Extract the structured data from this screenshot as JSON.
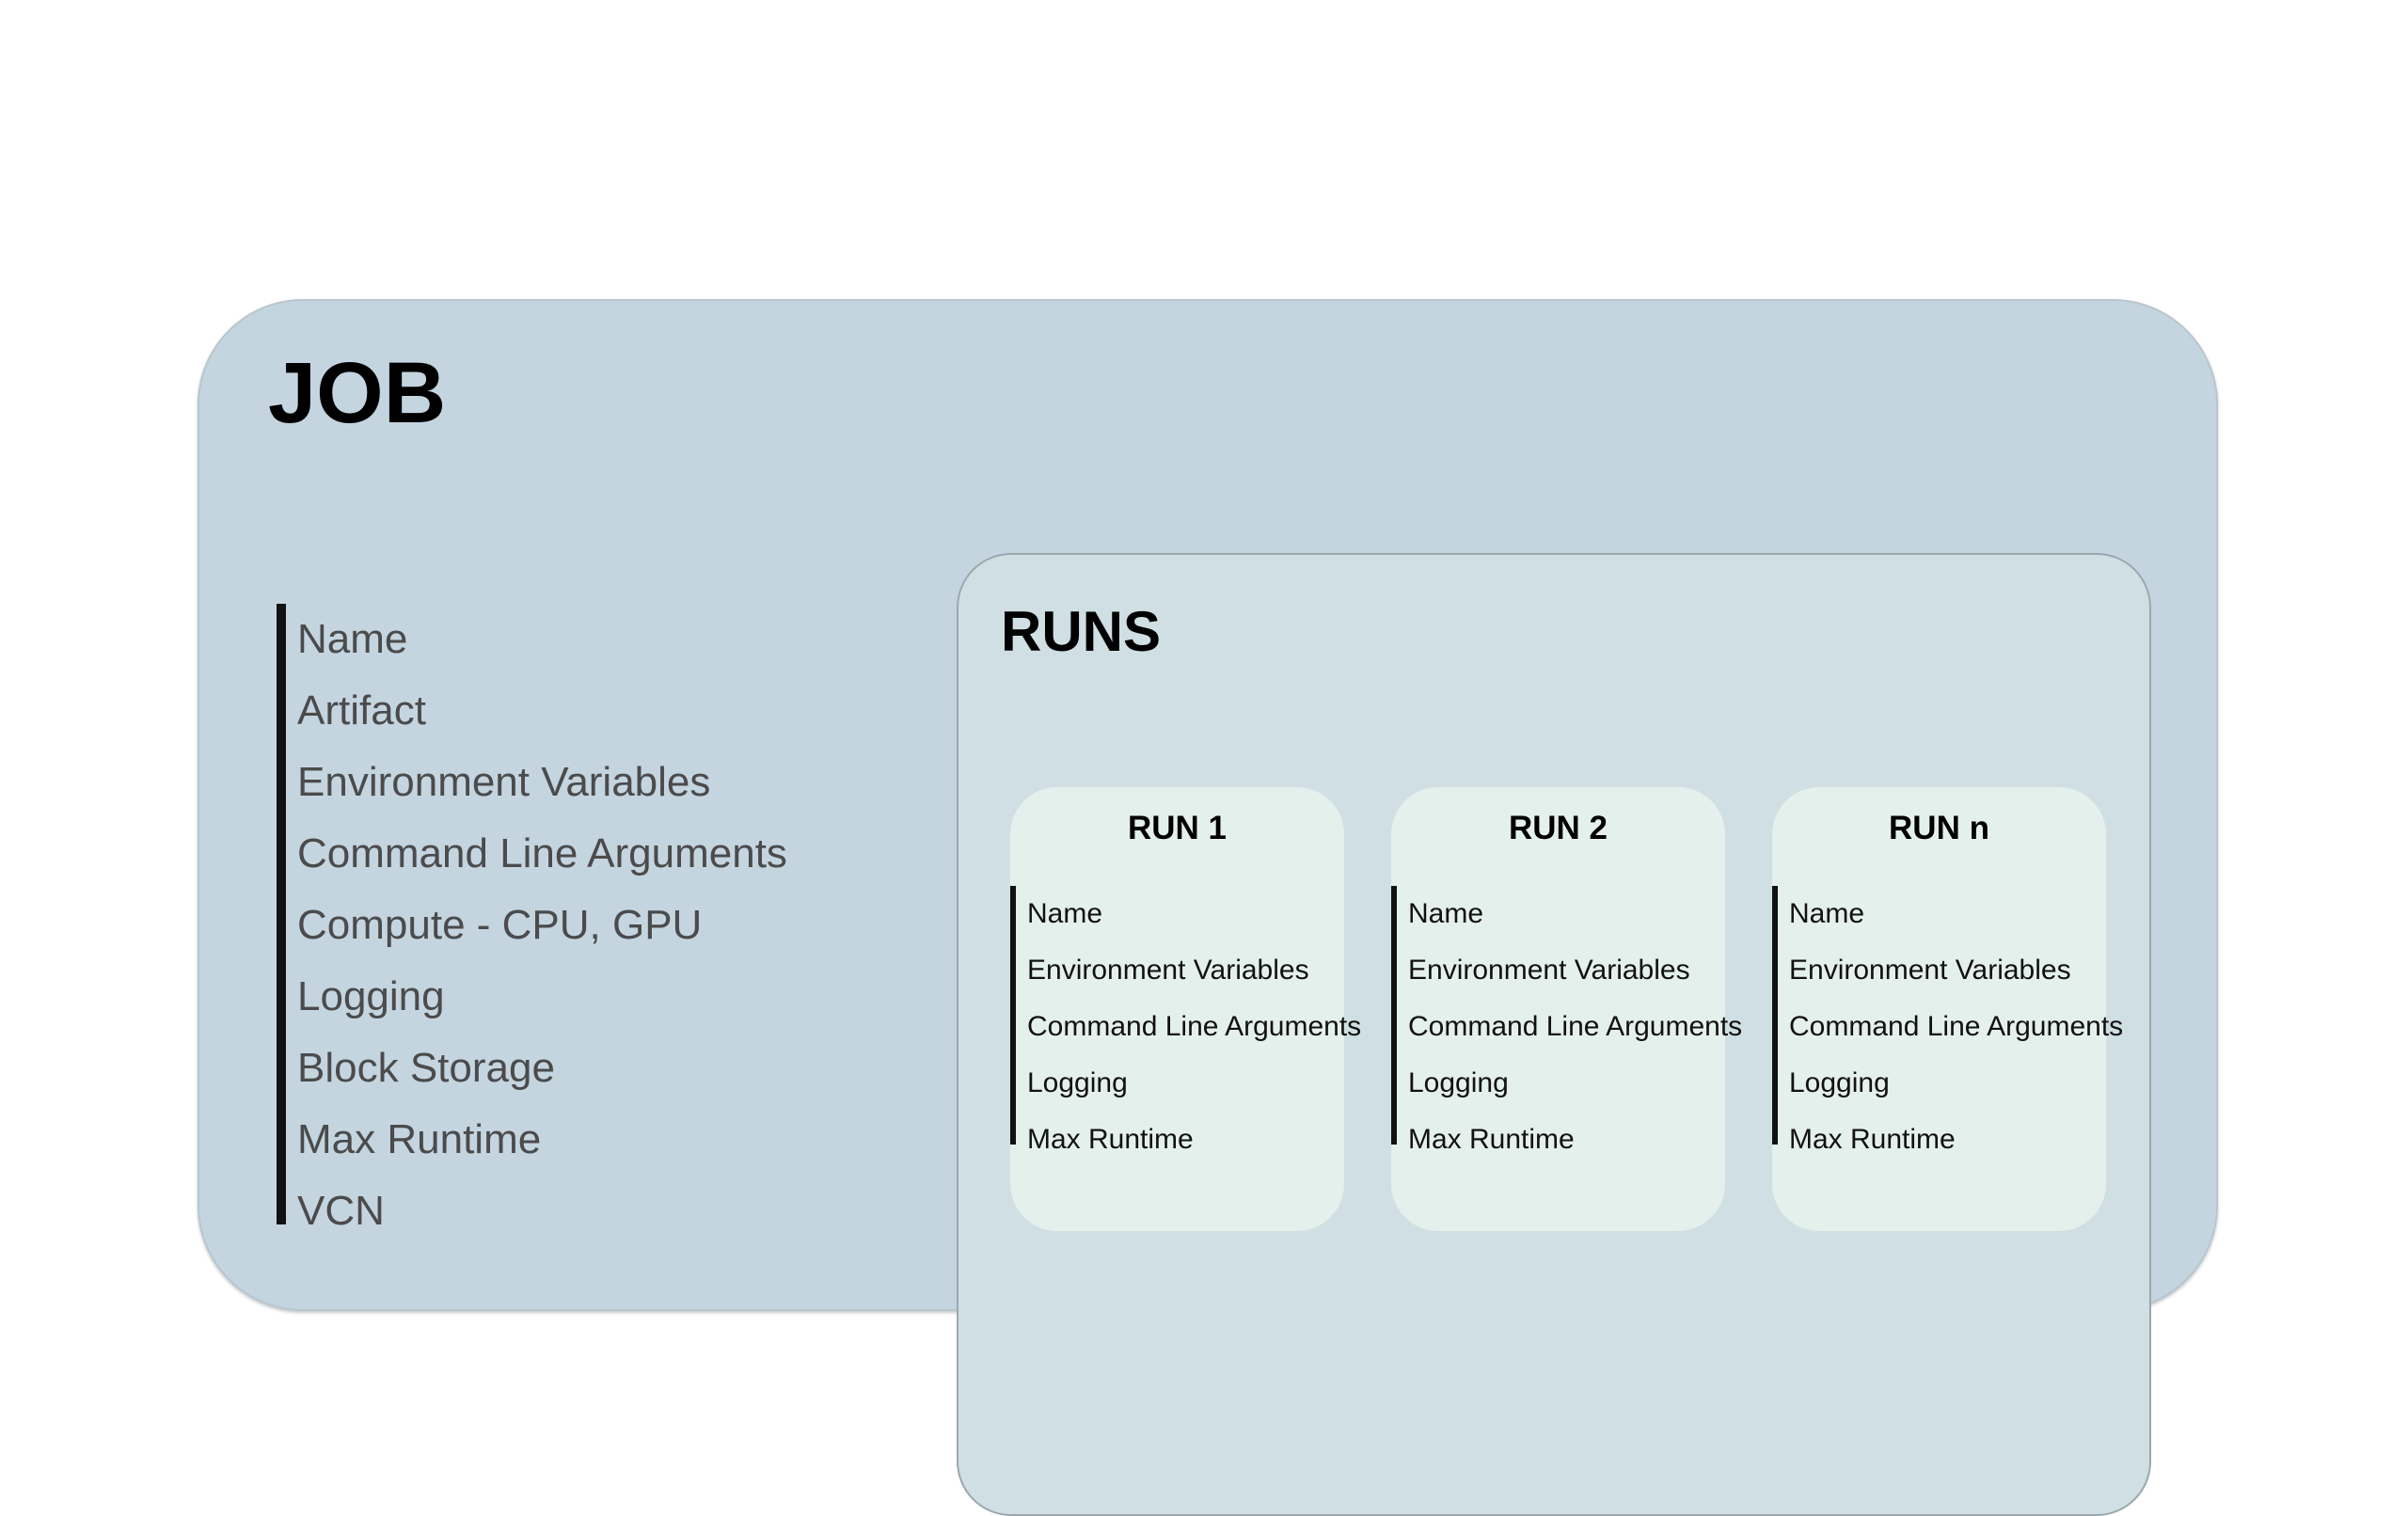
{
  "diagram": {
    "job": {
      "title": "JOB",
      "attributes": [
        "Name",
        "Artifact",
        "Environment Variables",
        "Command Line Arguments",
        "Compute - CPU, GPU",
        "Logging",
        "Block Storage",
        "Max Runtime",
        "VCN"
      ]
    },
    "runs": {
      "title": "RUNS",
      "cards": [
        {
          "title": "RUN 1",
          "attributes": [
            "Name",
            "Environment Variables",
            "Command Line Arguments",
            "Logging",
            "Max Runtime"
          ]
        },
        {
          "title": "RUN 2",
          "attributes": [
            "Name",
            "Environment Variables",
            "Command Line Arguments",
            "Logging",
            "Max Runtime"
          ]
        },
        {
          "title": "RUN n",
          "attributes": [
            "Name",
            "Environment Variables",
            "Command Line Arguments",
            "Logging",
            "Max Runtime"
          ]
        }
      ]
    },
    "colors": {
      "job_panel_fill": "#c4d5e0",
      "job_panel_border": "#b9c6ce",
      "runs_panel_fill": "#cfdfe3",
      "runs_panel_border": "#9aa8ae",
      "run_card_fill": "#e4f0ec",
      "accent_bar": "#111111",
      "job_list_text": "#4b4b4b",
      "run_list_text": "#111111",
      "title_text": "#000000",
      "background": "#ffffff"
    }
  }
}
